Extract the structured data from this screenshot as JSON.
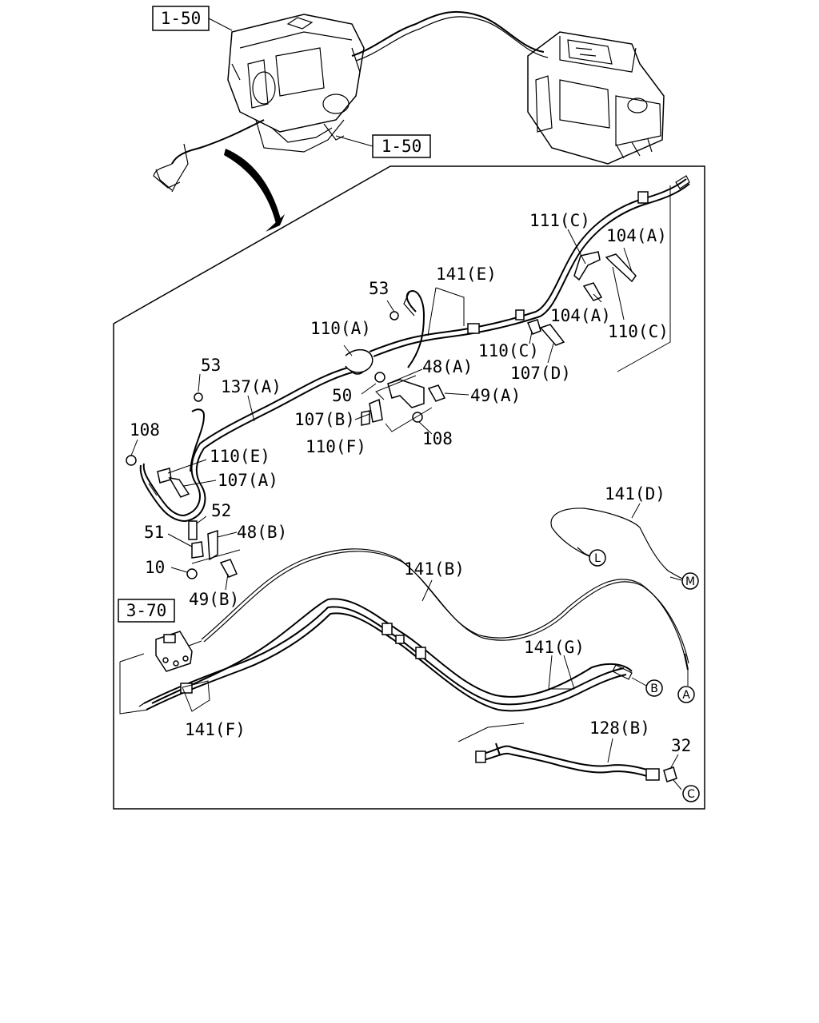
{
  "references": {
    "ref_top": "1-50",
    "ref_mid": "1-50",
    "ref_valve": "3-70"
  },
  "callouts": {
    "c_111C": "111(C)",
    "c_104A_1": "104(A)",
    "c_141E": "141(E)",
    "c_53_1": "53",
    "c_104A_2": "104(A)",
    "c_110A": "110(A)",
    "c_110C_1": "110(C)",
    "c_110C_2": "110(C)",
    "c_48A": "48(A)",
    "c_107D": "107(D)",
    "c_53_2": "53",
    "c_137A": "137(A)",
    "c_50": "50",
    "c_49A": "49(A)",
    "c_107B": "107(B)",
    "c_108_1": "108",
    "c_108_2": "108",
    "c_110F": "110(F)",
    "c_110E": "110(E)",
    "c_107A": "107(A)",
    "c_52": "52",
    "c_141D": "141(D)",
    "c_51": "51",
    "c_48B": "48(B)",
    "c_10": "10",
    "c_141B": "141(B)",
    "c_49B": "49(B)",
    "c_141G": "141(G)",
    "c_141F": "141(F)",
    "c_128B": "128(B)",
    "c_32": "32"
  },
  "connectors": {
    "L": "L",
    "M": "M",
    "A": "A",
    "B": "B",
    "C": "C"
  }
}
